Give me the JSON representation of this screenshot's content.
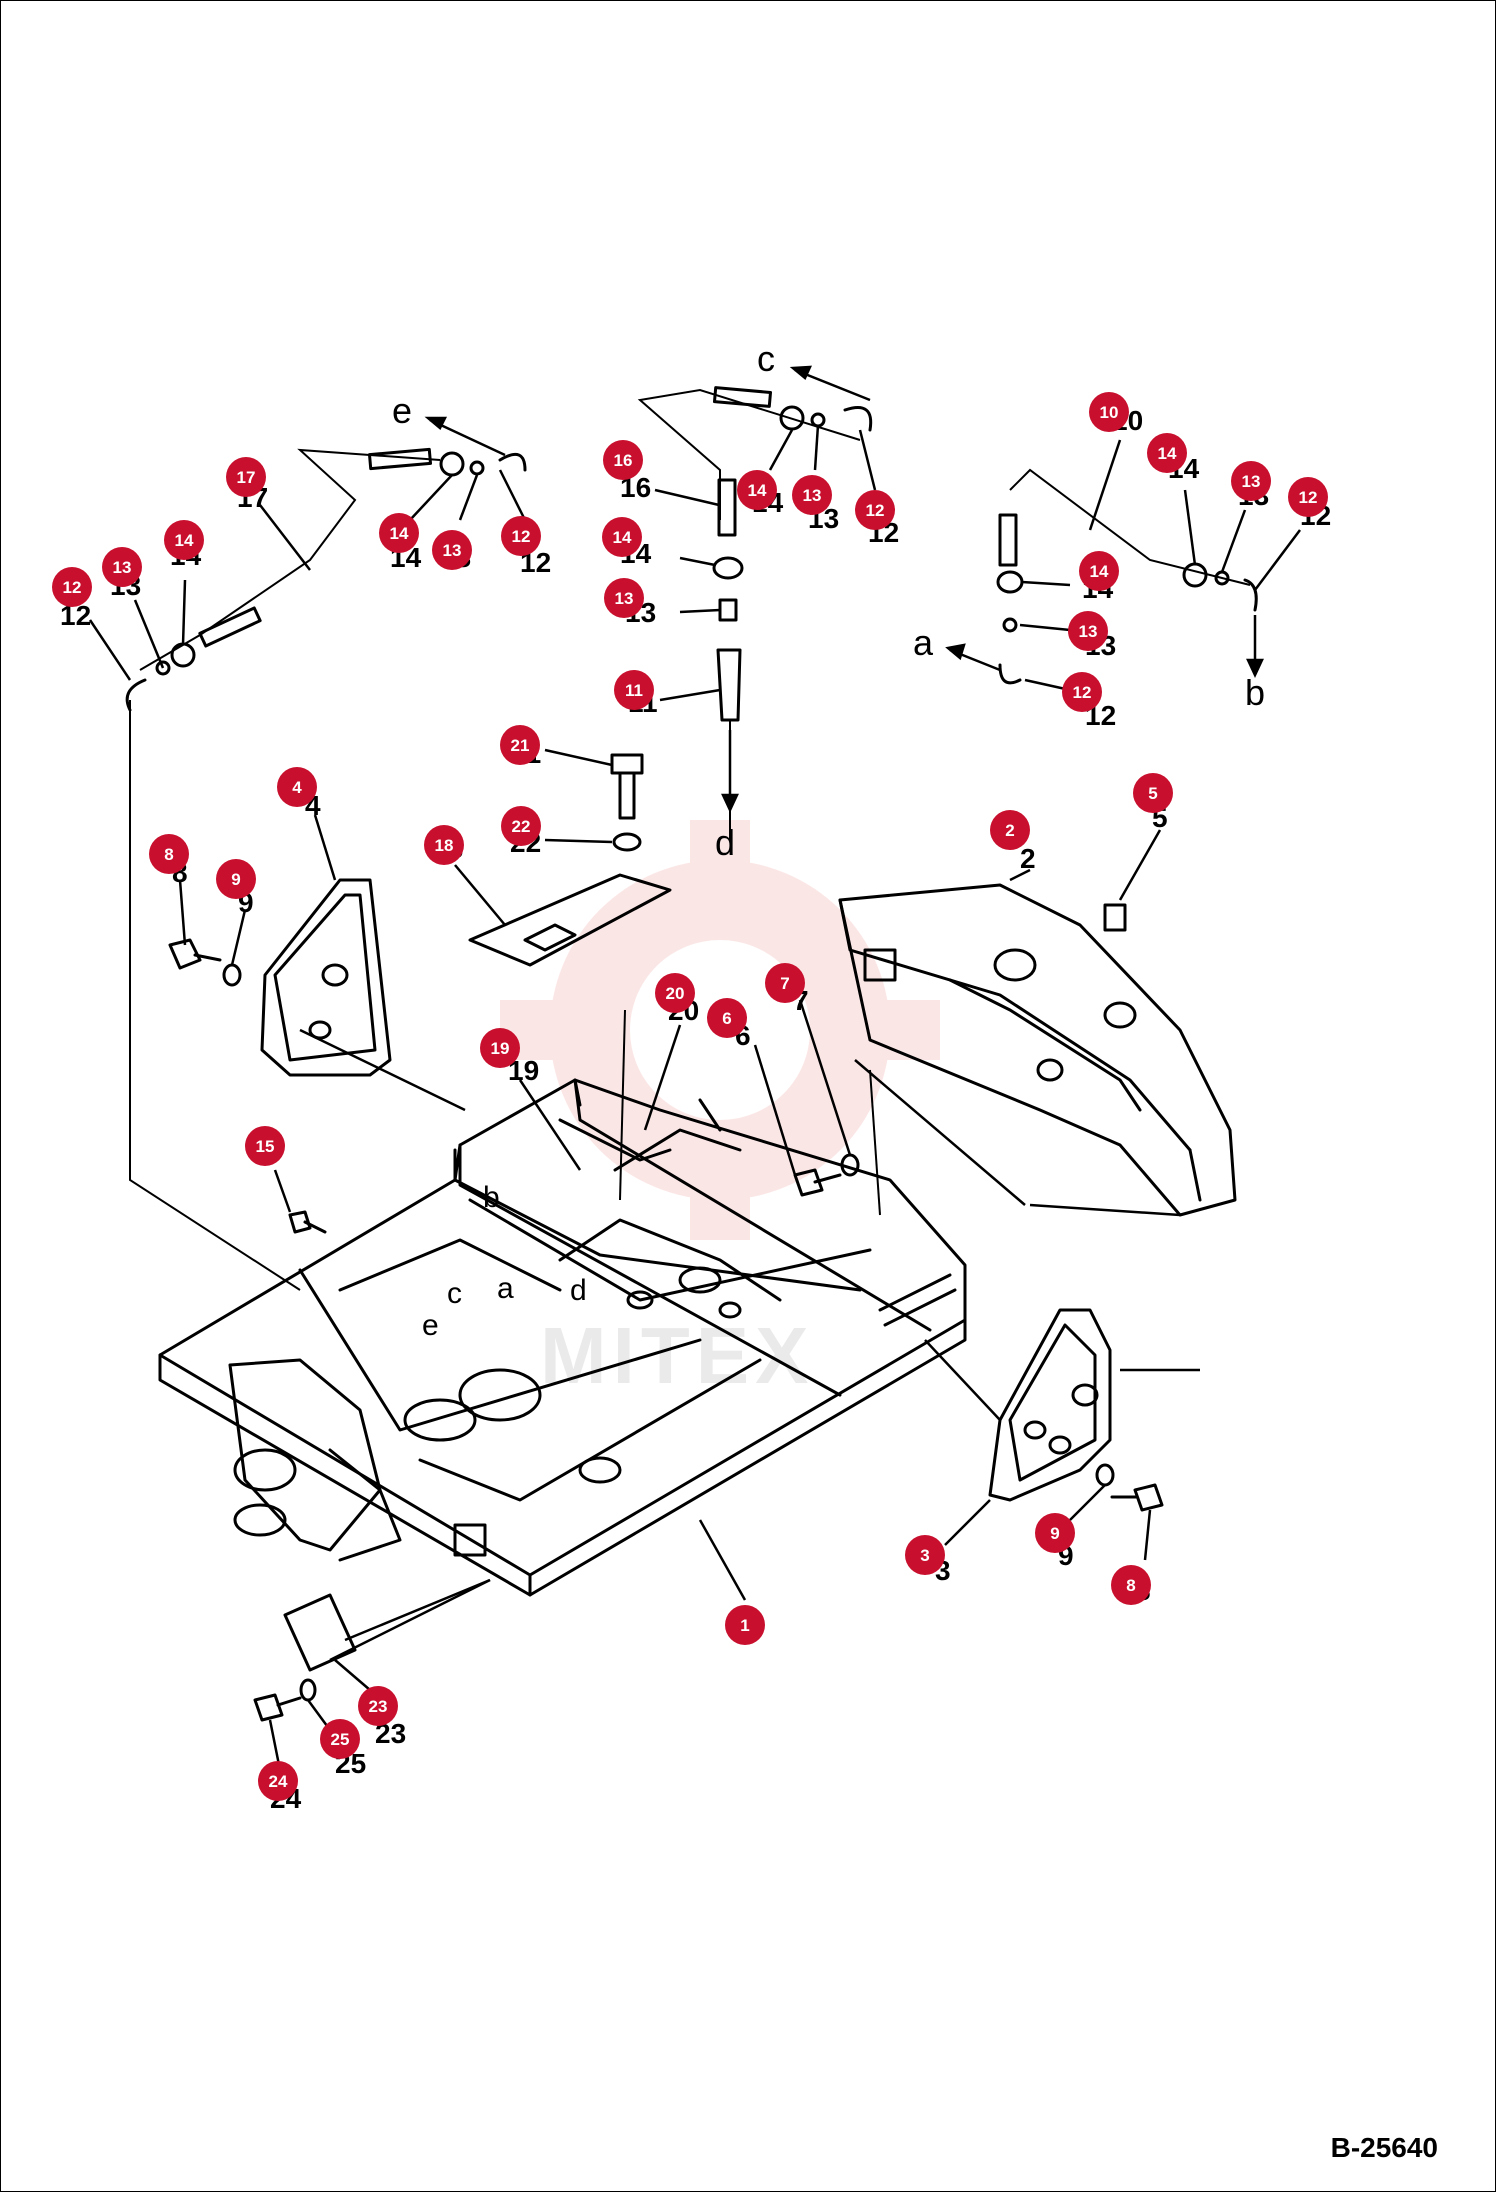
{
  "drawing": {
    "reference_code": "B-25640",
    "watermark_text": "MITEX",
    "callouts": [
      "1",
      "2",
      "3",
      "4",
      "5",
      "6",
      "7",
      "8",
      "9",
      "10",
      "11",
      "12",
      "13",
      "14",
      "15",
      "16",
      "17",
      "18",
      "19",
      "20",
      "21",
      "22",
      "23",
      "24",
      "25"
    ],
    "direction_labels": [
      "a",
      "b",
      "c",
      "d",
      "e"
    ],
    "badge_color": "#c8102e",
    "watermark_color": "#e63b3b"
  }
}
